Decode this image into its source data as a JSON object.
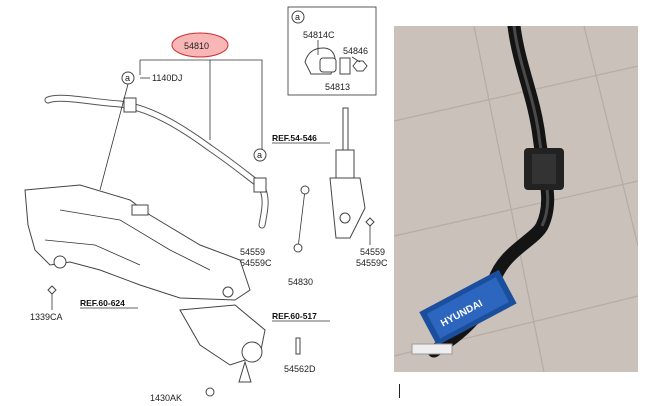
{
  "diagram": {
    "main_part": "54810",
    "callout_a": "a",
    "inset": {
      "marker": "a",
      "parts": [
        "54814C",
        "54846",
        "54813"
      ]
    },
    "labels": {
      "bolt": "1140DJ",
      "link_a": "54559",
      "link_b": "54559C",
      "link_c": "54830",
      "strut_a": "54559",
      "strut_b": "54559C",
      "mount_bolt": "1339CA",
      "knuckle_bolt": "54562D",
      "bottom_cut": "1430AK"
    },
    "refs": {
      "strut": "REF.54-546",
      "crossmember": "REF.60-624",
      "knuckle": "REF.60-517"
    }
  },
  "photo": {
    "tag_text": "HYUNDAI",
    "colors": {
      "floor": "#c9c1ba",
      "bar": "#141414",
      "tag": "#1b4f9e"
    }
  }
}
